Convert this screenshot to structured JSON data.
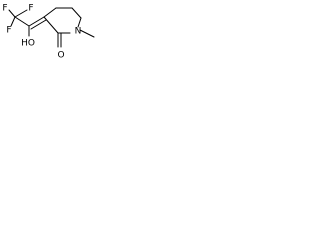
{
  "structure": {
    "atoms": {
      "F": "F",
      "HO": "HO",
      "O": "O",
      "N": "N"
    }
  },
  "colors": {
    "background": "#ffffff",
    "ink": "#000000"
  }
}
